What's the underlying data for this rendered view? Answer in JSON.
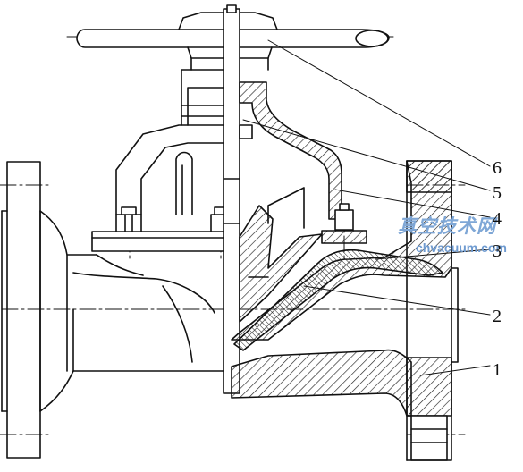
{
  "part_numbers": [
    "1",
    "2",
    "3",
    "4",
    "5",
    "6"
  ],
  "watermark": {
    "text_cn": "真空技术网",
    "text_en": "chvacuum.com"
  },
  "colors": {
    "line": "#111111",
    "hatch": "#222222",
    "watermark": "#7fa7d6"
  }
}
